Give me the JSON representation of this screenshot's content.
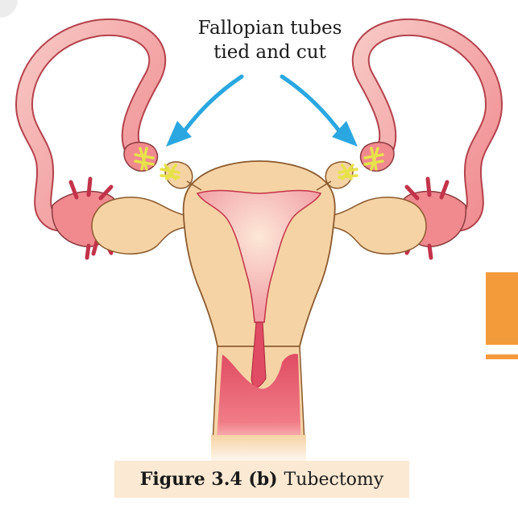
{
  "annotation": {
    "line1": "Fallopian tubes",
    "line2": "tied and cut"
  },
  "caption": {
    "label": "Figure 3.4 (b)",
    "title": "Tubectomy"
  },
  "colors": {
    "uterus_fill": "#f6d3a5",
    "uterus_outline": "#8a5a2e",
    "tube_pink": "#f08a8f",
    "tube_light": "#f8c8c4",
    "cavity_pink": "#f2a0a6",
    "cervix_red": "#e04c63",
    "arrow_blue": "#2aa7e0",
    "ligature_yellow": "#e8e24a",
    "caption_bg": "#fbe9d3",
    "edge_orange": "#f39a3b"
  }
}
